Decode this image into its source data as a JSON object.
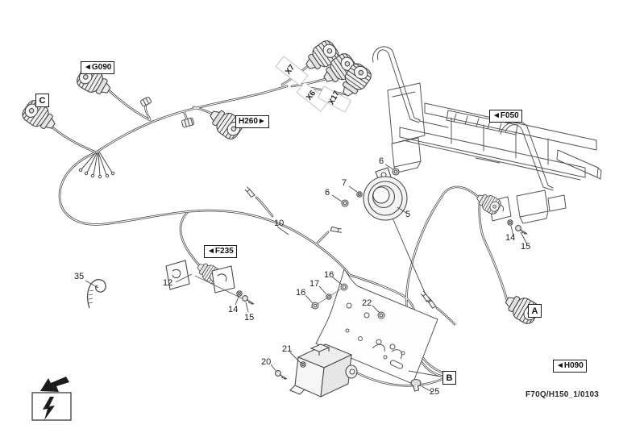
{
  "diagram": {
    "figure_code": "F70Q/H150_1/0103",
    "reference_labels": {
      "c": "C",
      "g090": "◄G090",
      "h260": "H260►",
      "f050": "◄F050",
      "f235": "◄F235",
      "a": "A",
      "b": "B",
      "h090": "◄H090"
    },
    "connector_tags": {
      "x7": "X7",
      "x6": "X6",
      "x17": "X17"
    },
    "callouts": {
      "n5": "5",
      "n6a": "6",
      "n6b": "6",
      "n7": "7",
      "n10": "10",
      "n12": "12",
      "n14a": "14",
      "n15a": "15",
      "n16a": "16",
      "n16b": "16",
      "n17": "17",
      "n20": "20",
      "n21": "21",
      "n22": "22",
      "n25": "25",
      "n35": "35",
      "n14b": "14",
      "n15b": "15"
    },
    "symbols": {
      "electrical_symbol": "lightning-bolt",
      "direction_arrow": "arrow-down-left"
    },
    "colors": {
      "line": "#4a4a4a",
      "text": "#1a1a1a",
      "background": "#ffffff"
    }
  }
}
